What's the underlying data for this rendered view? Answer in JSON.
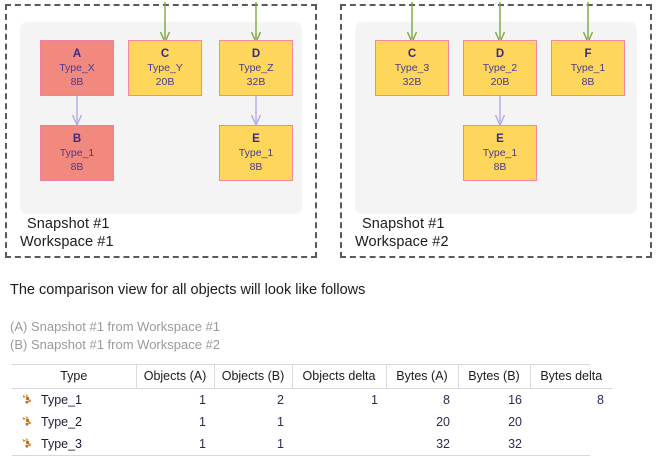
{
  "workspaces": [
    {
      "label": "Workspace #1",
      "snapshot_label": "Snapshot #1",
      "nodes": [
        {
          "name": "A",
          "type": "Type_X",
          "size": "8B",
          "color": "red"
        },
        {
          "name": "C",
          "type": "Type_Y",
          "size": "20B",
          "color": "yellow"
        },
        {
          "name": "D",
          "type": "Type_Z",
          "size": "32B",
          "color": "yellow"
        },
        {
          "name": "B",
          "type": "Type_1",
          "size": "8B",
          "color": "red"
        },
        {
          "name": "E",
          "type": "Type_1",
          "size": "8B",
          "color": "yellow"
        }
      ]
    },
    {
      "label": "Workspace #2",
      "snapshot_label": "Snapshot #1",
      "nodes": [
        {
          "name": "C",
          "type": "Type_3",
          "size": "32B",
          "color": "yellow"
        },
        {
          "name": "D",
          "type": "Type_2",
          "size": "20B",
          "color": "yellow"
        },
        {
          "name": "F",
          "type": "Type_1",
          "size": "8B",
          "color": "yellow"
        },
        {
          "name": "E",
          "type": "Type_1",
          "size": "8B",
          "color": "yellow"
        }
      ]
    }
  ],
  "prose": {
    "headline": "The comparison view for all objects will look like follows",
    "line_a": "(A) Snapshot #1 from Workspace #1",
    "line_b": "(B) Snapshot #1 from Workspace #2"
  },
  "table": {
    "headers": [
      "Type",
      "Objects (A)",
      "Objects (B)",
      "Objects delta",
      "Bytes (A)",
      "Bytes (B)",
      "Bytes delta"
    ],
    "rows": [
      {
        "type": "Type_1",
        "objects_a": "1",
        "objects_b": "2",
        "objects_delta": "1",
        "bytes_a": "8",
        "bytes_b": "16",
        "bytes_delta": "8"
      },
      {
        "type": "Type_2",
        "objects_a": "1",
        "objects_b": "1",
        "objects_delta": "",
        "bytes_a": "20",
        "bytes_b": "20",
        "bytes_delta": ""
      },
      {
        "type": "Type_3",
        "objects_a": "1",
        "objects_b": "1",
        "objects_delta": "",
        "bytes_a": "32",
        "bytes_b": "32",
        "bytes_delta": ""
      }
    ]
  },
  "colors": {
    "node_yellow": "#fdd65b",
    "node_red": "#f2897f",
    "node_border": "#f2889a",
    "arrow_green": "#7aa83f",
    "arrow_purple": "#b3a6ec",
    "panel_bg": "#f4f4f4",
    "dash_border": "#5a5a5a",
    "muted_text": "#9a9a9a",
    "icon_orange": "#c8761f"
  },
  "icons": {
    "row_icon": "puzzle-icon"
  }
}
